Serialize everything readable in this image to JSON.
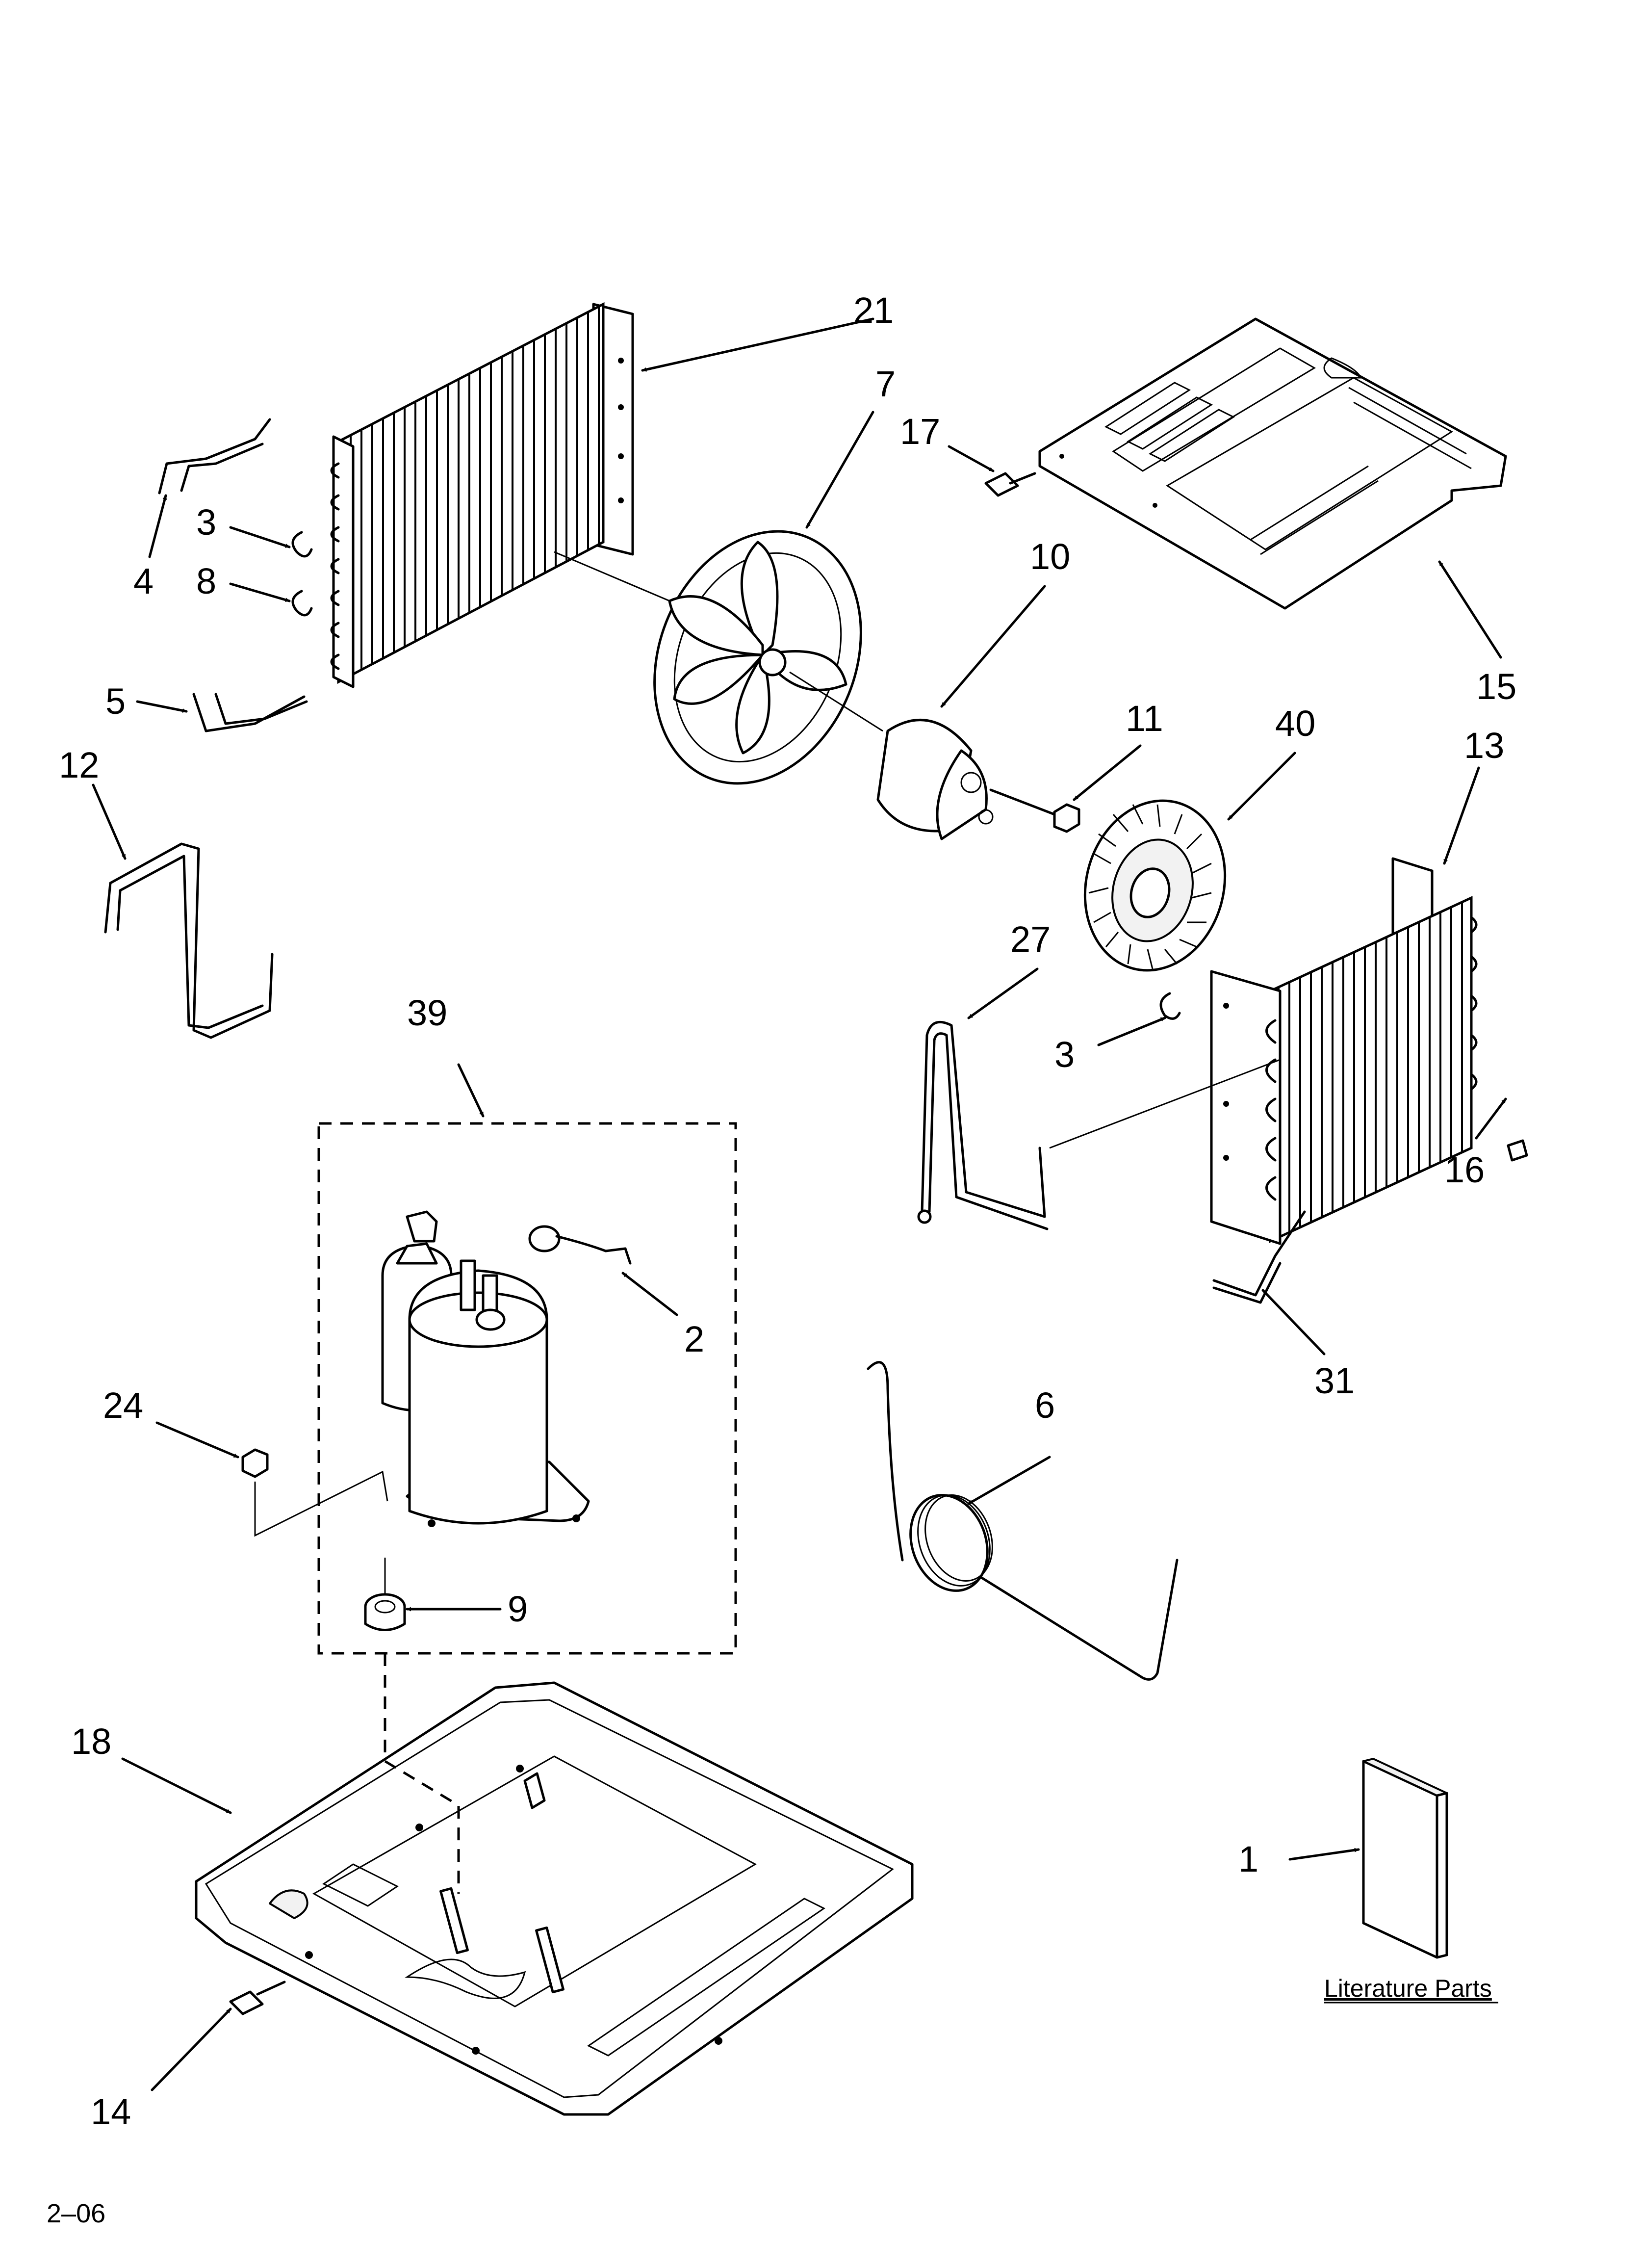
{
  "callouts": [
    {
      "id": "c21",
      "label": "21"
    },
    {
      "id": "c7",
      "label": "7"
    },
    {
      "id": "c17",
      "label": "17"
    },
    {
      "id": "c3a",
      "label": "3"
    },
    {
      "id": "c8",
      "label": "8"
    },
    {
      "id": "c4",
      "label": "4"
    },
    {
      "id": "c5",
      "label": "5"
    },
    {
      "id": "c12",
      "label": "12"
    },
    {
      "id": "c10",
      "label": "10"
    },
    {
      "id": "c11",
      "label": "11"
    },
    {
      "id": "c40",
      "label": "40"
    },
    {
      "id": "c15",
      "label": "15"
    },
    {
      "id": "c13",
      "label": "13"
    },
    {
      "id": "c27",
      "label": "27"
    },
    {
      "id": "c3b",
      "label": "3"
    },
    {
      "id": "c16",
      "label": "16"
    },
    {
      "id": "c39",
      "label": "39"
    },
    {
      "id": "c2",
      "label": "2"
    },
    {
      "id": "c31",
      "label": "31"
    },
    {
      "id": "c24",
      "label": "24"
    },
    {
      "id": "c6",
      "label": "6"
    },
    {
      "id": "c9",
      "label": "9"
    },
    {
      "id": "c18",
      "label": "18"
    },
    {
      "id": "c1",
      "label": "1"
    },
    {
      "id": "c14",
      "label": "14"
    }
  ],
  "literature_label": "Literature Parts",
  "footer_code": "2–06"
}
